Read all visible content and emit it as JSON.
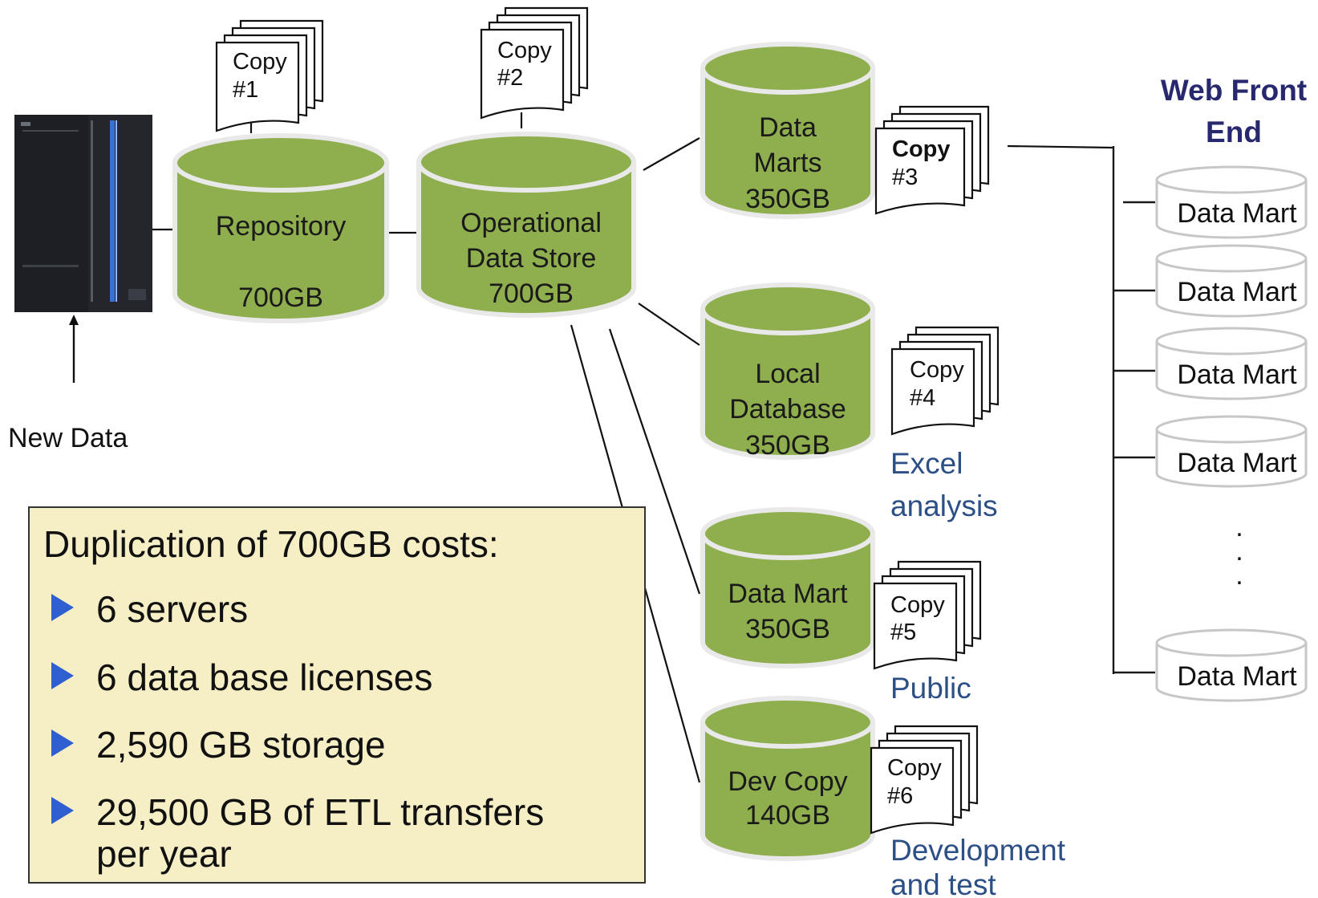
{
  "source": {
    "arrow_label": "New Data"
  },
  "stores": {
    "repository": {
      "line1": "Repository",
      "line2": "700GB",
      "copy_line1": "Copy",
      "copy_line2": "#1"
    },
    "ods": {
      "line1": "Operational",
      "line2": "Data Store",
      "line3": "700GB",
      "copy_line1": "Copy",
      "copy_line2": "#2"
    },
    "data_marts": {
      "line1": "Data",
      "line2": "Marts",
      "line3": "350GB",
      "copy_line1": "Copy",
      "copy_line2": "#3"
    },
    "local_db": {
      "line1": "Local",
      "line2": "Database",
      "line3": "350GB",
      "copy_line1": "Copy",
      "copy_line2": "#4",
      "note_line1": "Excel",
      "note_line2": "analysis"
    },
    "data_mart": {
      "line1": "Data Mart",
      "line2": "350GB",
      "copy_line1": "Copy",
      "copy_line2": "#5",
      "note": "Public"
    },
    "dev_copy": {
      "line1": "Dev Copy",
      "line2": "140GB",
      "copy_line1": "Copy",
      "copy_line2": "#6",
      "note_line1": "Development",
      "note_line2": "and test"
    }
  },
  "web_front_end": {
    "title_line1": "Web Front",
    "title_line2": "End",
    "marts": [
      "Data Mart",
      "Data Mart",
      "Data Mart",
      "Data Mart",
      "Data Mart"
    ],
    "ellipsis": "."
  },
  "costs": {
    "heading": "Duplication of 700GB costs:",
    "items": [
      {
        "text": "6 servers"
      },
      {
        "text": "6 data base licenses"
      },
      {
        "text": "2,590 GB storage"
      },
      {
        "line1": "29,500 GB of ETL transfers",
        "line2": "per year"
      }
    ]
  },
  "colors": {
    "cylinder_fill": "#8fae4e",
    "cylinder_rim": "#e9e9e9",
    "cost_box_fill": "#f6efc6",
    "bullet": "#2f5fd0",
    "note_blue": "#2c4f86",
    "title_navy": "#28286e"
  }
}
